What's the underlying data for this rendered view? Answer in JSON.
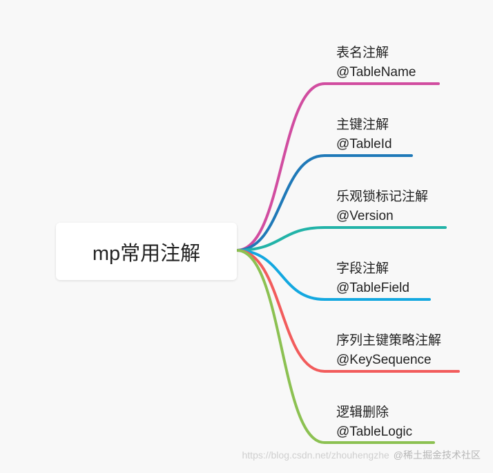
{
  "diagram": {
    "root": "mp常用注解",
    "branches": [
      {
        "line1": "表名注解",
        "line2": "@TableName",
        "color": "#d14da0"
      },
      {
        "line1": "主键注解",
        "line2": "@TableId",
        "color": "#1f79b8"
      },
      {
        "line1": "乐观锁标记注解",
        "line2": "@Version",
        "color": "#22b3a8"
      },
      {
        "line1": "字段注解",
        "line2": "@TableField",
        "color": "#14a8e0"
      },
      {
        "line1": "序列主键策略注解",
        "line2": "@KeySequence",
        "color": "#f25c5c"
      },
      {
        "line1": "逻辑删除",
        "line2": "@TableLogic",
        "color": "#8cc152"
      }
    ]
  },
  "watermark": {
    "site": "https://blog.csdn.net/zhouhengzhe",
    "text": "@稀土掘金技术社区"
  }
}
